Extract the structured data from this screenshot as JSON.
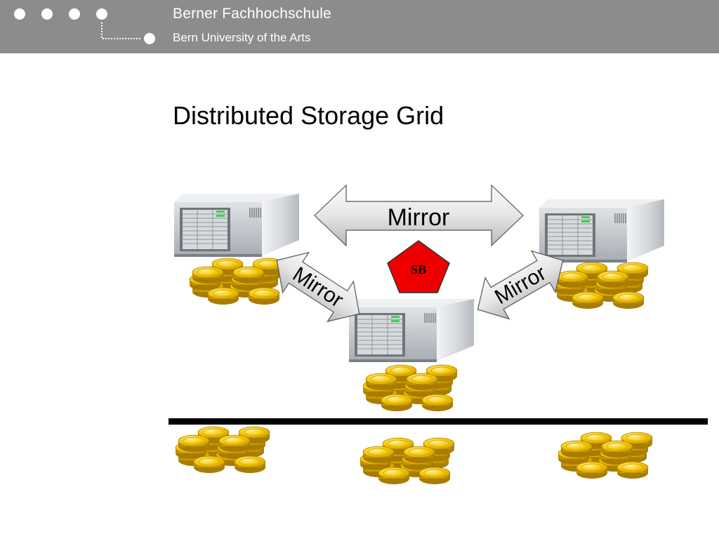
{
  "header": {
    "institution": "Berner Fachhochschule",
    "subtitle": "Bern University of the Arts"
  },
  "slide": {
    "title": "Distributed Storage Grid"
  },
  "diagram": {
    "mirror_top": "Mirror",
    "mirror_left": "Mirror",
    "mirror_right": "Mirror",
    "badge": "SB",
    "badge_color": "#ee0000",
    "bar_color": "#000000",
    "server_icon": "server-icon",
    "coins_icon": "coins-icon"
  }
}
